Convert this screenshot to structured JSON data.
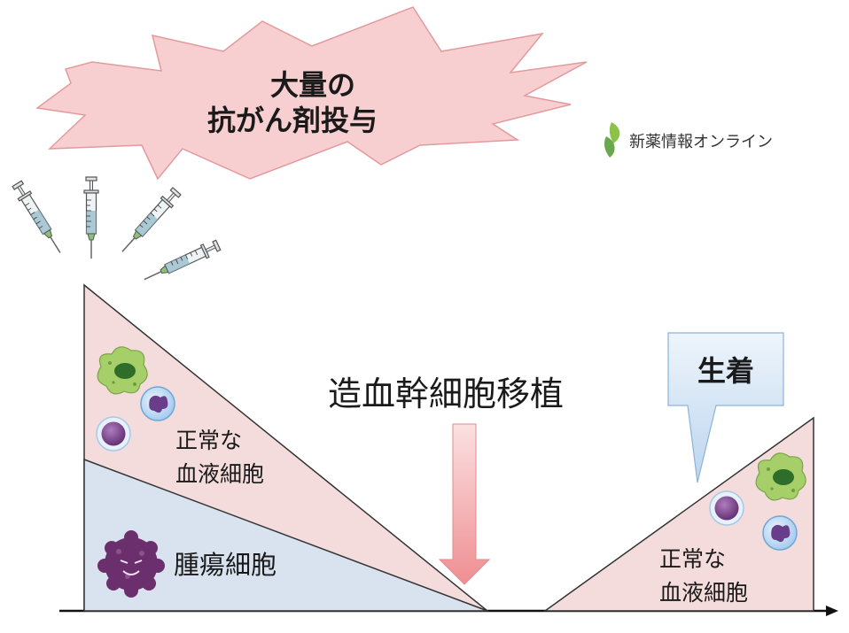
{
  "burst": {
    "line1": "大量の",
    "line2": "抗がん剤投与"
  },
  "brand": {
    "name": "新薬情報オンライン"
  },
  "left_triangle": {
    "normal_line1": "正常な",
    "normal_line2": "血液細胞",
    "tumor": "腫瘍細胞"
  },
  "transplant": {
    "label": "造血幹細胞移植"
  },
  "callout": {
    "label": "生着"
  },
  "right_triangle": {
    "normal_line1": "正常な",
    "normal_line2": "血液細胞"
  },
  "colors": {
    "burst_fill": "#f8cfd0",
    "normal_fill": "#f3dcdb",
    "tumor_fill": "#d9e3ef",
    "arrow_fill": "#f5a3a6",
    "callout_fill": "#d8e8f7",
    "brand_green": "#7cb342"
  },
  "icons": [
    "syringe-icon",
    "green-cell-icon",
    "blue-cell-icon",
    "purple-cell-icon",
    "tumor-cell-icon",
    "leaf-logo-icon"
  ]
}
